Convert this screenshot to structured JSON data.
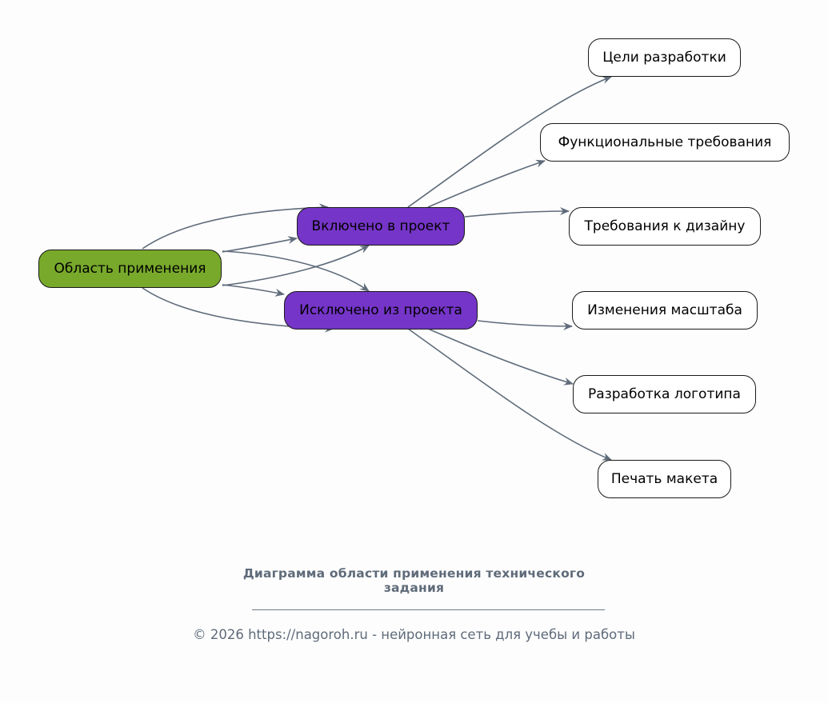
{
  "diagram": {
    "type": "scope-diagram",
    "colors": {
      "root": "#78a92b",
      "category": "#7535c8",
      "leaf": "#ffffff",
      "edge": "#5f6b7a",
      "caption": "#5f6b7a"
    },
    "nodes": [
      {
        "id": "root",
        "label": "Область применения",
        "kind": "root"
      },
      {
        "id": "included",
        "label": "Включено в проект",
        "kind": "category"
      },
      {
        "id": "excluded",
        "label": "Исключено из проекта",
        "kind": "category"
      },
      {
        "id": "goals",
        "label": "Цели разработки",
        "kind": "leaf"
      },
      {
        "id": "functional",
        "label": "Функциональные требования",
        "kind": "leaf"
      },
      {
        "id": "design",
        "label": "Требования к дизайну",
        "kind": "leaf"
      },
      {
        "id": "scale",
        "label": "Изменения масштаба",
        "kind": "leaf"
      },
      {
        "id": "logo",
        "label": "Разработка логотипа",
        "kind": "leaf"
      },
      {
        "id": "print",
        "label": "Печать макета",
        "kind": "leaf"
      }
    ],
    "edges": [
      {
        "from": "root",
        "to": "included"
      },
      {
        "from": "root",
        "to": "included"
      },
      {
        "from": "root",
        "to": "included"
      },
      {
        "from": "root",
        "to": "excluded"
      },
      {
        "from": "root",
        "to": "excluded"
      },
      {
        "from": "root",
        "to": "excluded"
      },
      {
        "from": "included",
        "to": "goals"
      },
      {
        "from": "included",
        "to": "functional"
      },
      {
        "from": "included",
        "to": "design"
      },
      {
        "from": "excluded",
        "to": "scale"
      },
      {
        "from": "excluded",
        "to": "logo"
      },
      {
        "from": "excluded",
        "to": "print"
      }
    ]
  },
  "footer": {
    "title_line1": "Диаграмма области применения технического",
    "title_line2": "задания",
    "credit": "© 2026 https://nagoroh.ru - нейронная сеть для учебы и работы"
  }
}
